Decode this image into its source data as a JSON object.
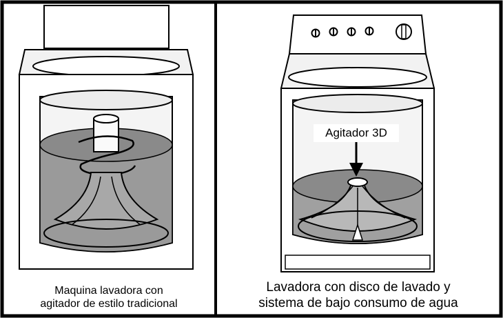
{
  "left_panel": {
    "caption_line1": "Maquina lavadora con",
    "caption_line2": "agitador de estilo tradicional"
  },
  "right_panel": {
    "callout_label": "Agitador 3D",
    "caption_line1": "Lavadora con disco de lavado y",
    "caption_line2": "sistema de bajo consumo de agua"
  },
  "colors": {
    "border": "#000000",
    "water_dark": "#8a8a8a",
    "water_light": "#b4b4b4",
    "metal": "#e8e8e8"
  }
}
